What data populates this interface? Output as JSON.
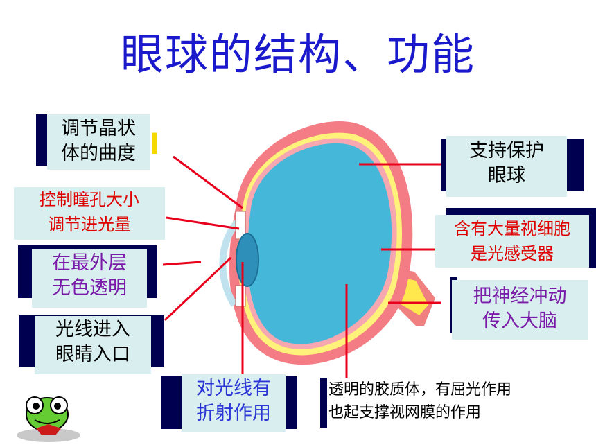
{
  "title": "眼球的结构、功能",
  "labels": {
    "ciliary_body": [
      "调节晶状",
      "体的曲度"
    ],
    "iris": [
      "控制瞳孔大小",
      "调节进光量"
    ],
    "cornea": [
      "在最外层",
      "无色透明"
    ],
    "pupil": [
      "光线进入",
      "眼睛入口"
    ],
    "lens": [
      "对光线有",
      "折射作用"
    ],
    "vitreous_body": [
      "透明的胶质体，有屈光作用",
      "也起支撑视网膜的作用"
    ],
    "sclera": [
      "支持保护",
      "眼球"
    ],
    "retina": [
      "含有大量视细胞",
      "是光感受器"
    ],
    "optic_nerve": [
      "把神经冲动",
      "传入大脑"
    ]
  },
  "colors": {
    "title": "#1a1acc",
    "label_text": "#000000",
    "red_text": "#e00000",
    "purple_text": "#7a1aa8",
    "blue_text": "#2a35d6",
    "pointer": "#e8001c",
    "label_bg": "#d9eeee",
    "dark_block": "#000050"
  },
  "decor": {
    "mascot": "frog-mascot-icon"
  }
}
